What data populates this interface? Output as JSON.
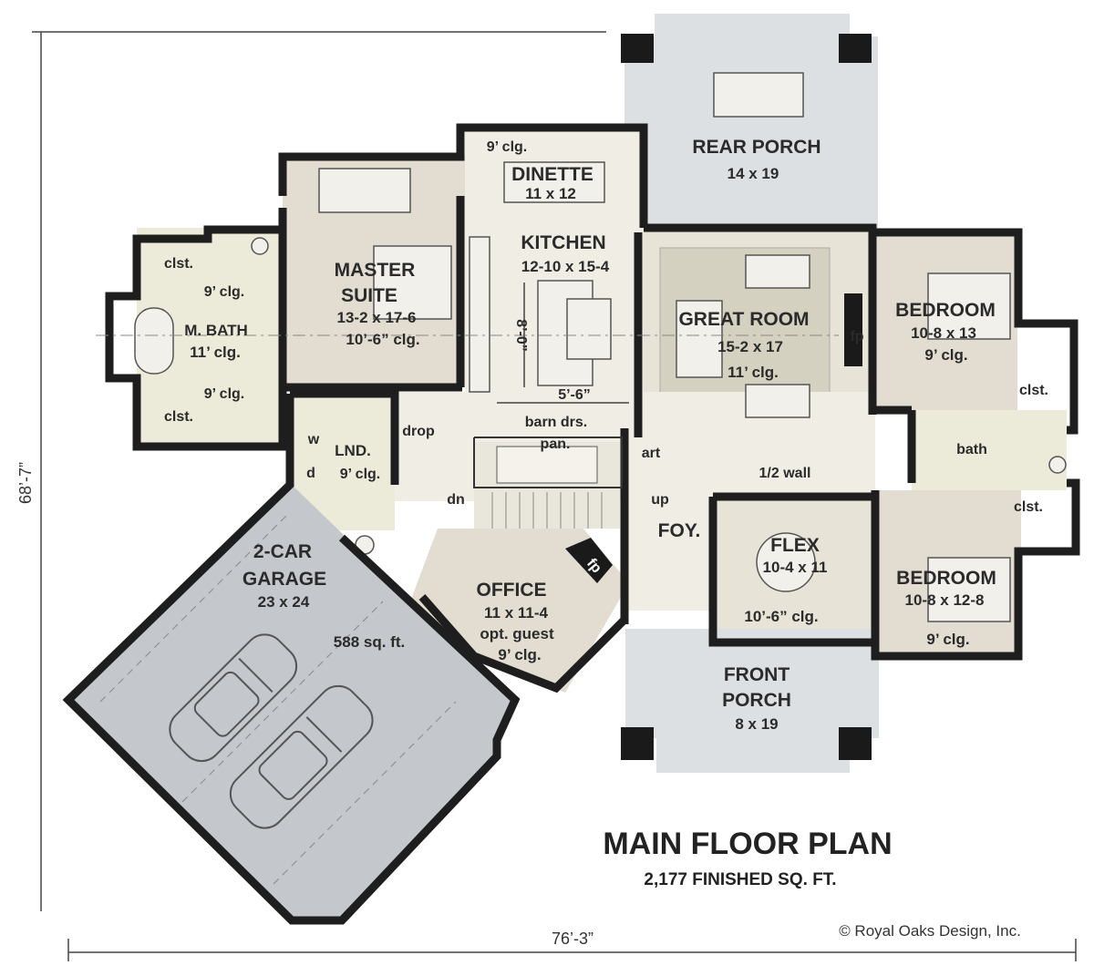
{
  "rooms": {
    "rear_porch": {
      "name": "REAR PORCH",
      "dim": "14 x 19"
    },
    "dinette": {
      "name": "DINETTE",
      "dim": "11 x 12",
      "ceiling": "9’ clg."
    },
    "kitchen": {
      "name": "KITCHEN",
      "dim": "12-10 x 15-4",
      "island_depth": "8’-0”",
      "island_width": "5’-6”"
    },
    "great_room": {
      "name": "GREAT ROOM",
      "dim": "15-2 x 17",
      "ceiling": "11’ clg.",
      "fireplace": "fp"
    },
    "master_suite": {
      "name_line1": "MASTER",
      "name_line2": "SUITE",
      "dim": "13-2 x 17-6",
      "ceiling": "10’-6” clg."
    },
    "master_bath": {
      "name": "M. BATH",
      "ceiling": "11’ clg.",
      "ceiling_upper": "9’ clg.",
      "ceiling_lower": "9’ clg.",
      "closet_upper": "clst.",
      "closet_lower": "clst."
    },
    "bedroom_1": {
      "name": "BEDROOM",
      "dim": "10-8 x 13",
      "ceiling": "9’ clg.",
      "closet": "clst."
    },
    "bath": {
      "name": "bath"
    },
    "bedroom_2": {
      "name": "BEDROOM",
      "dim": "10-8 x 12-8",
      "ceiling": "9’ clg.",
      "closet": "clst."
    },
    "laundry": {
      "name": "LND.",
      "ceiling": "9’ clg.",
      "washer": "w",
      "dryer": "d",
      "drop": "drop"
    },
    "pantry": {
      "barn_doors": "barn drs.",
      "name": "pan."
    },
    "foyer": {
      "name": "FOY.",
      "art": "art",
      "half_wall": "1/2 wall",
      "up": "up",
      "down": "dn"
    },
    "flex": {
      "name": "FLEX",
      "dim": "10-4 x 11",
      "ceiling": "10’-6” clg."
    },
    "office": {
      "name": "OFFICE",
      "dim": "11 x 11-4",
      "note": "opt. guest",
      "ceiling": "9’ clg.",
      "fireplace": "fp"
    },
    "garage": {
      "name_line1": "2-CAR",
      "name_line2": "GARAGE",
      "dim": "23 x 24",
      "area": "588 sq. ft."
    },
    "front_porch": {
      "name_line1": "FRONT",
      "name_line2": "PORCH",
      "dim": "8 x 19"
    }
  },
  "plan": {
    "title": "MAIN FLOOR PLAN",
    "subtitle": "2,177 FINISHED SQ. FT.",
    "width_dim": "76’-3”",
    "depth_dim": "68’-7”",
    "credit": "© Royal Oaks Design, Inc."
  },
  "colors": {
    "porch": "#dde0e3",
    "garage": "#c4c7cc",
    "floor_light": "#f1f0e8",
    "floor_tan": "#e7e3d6",
    "great_room": "#d5d1c1",
    "bedroom": "#e2ddd0",
    "wall": "#1e1e1e"
  }
}
